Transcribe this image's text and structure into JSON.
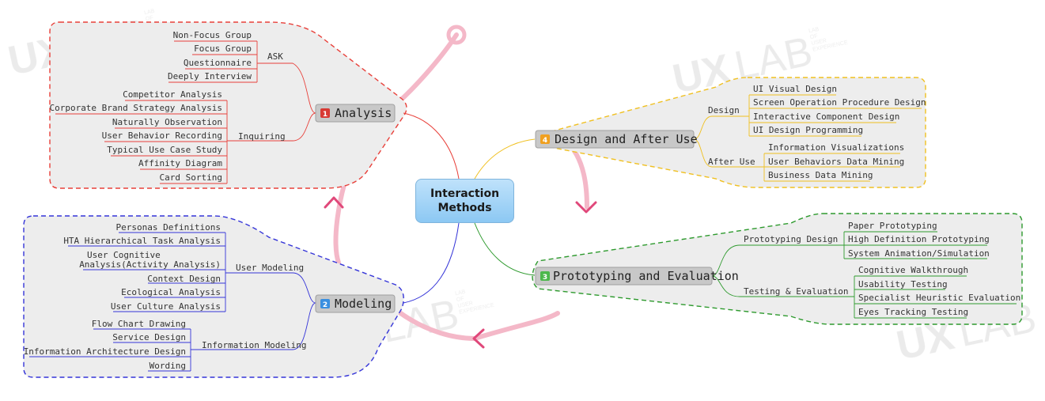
{
  "center": {
    "title": "Interaction Methods"
  },
  "watermark": {
    "brand_a": "UX",
    "brand_b": "LAB",
    "line1": "LAB",
    "line2": "OF",
    "line3": "USER",
    "line4": "EXPERIENCE"
  },
  "colors": {
    "analysis": "#e8403a",
    "modeling": "#3535d8",
    "prototyping": "#2e9a2e",
    "design": "#f0c020",
    "cycle": "#f4b8c8",
    "center": "#9fd4f8"
  },
  "branches": {
    "analysis": {
      "number": "1",
      "label": "Analysis",
      "ask": {
        "label": "ASK",
        "items": [
          "Non-Focus Group",
          "Focus Group",
          "Questionnaire",
          "Deeply Interview"
        ]
      },
      "inquiring": {
        "label": "Inquiring",
        "items": [
          "Competitor Analysis",
          "Corporate Brand Strategy Analysis",
          "Naturally Observation",
          "User Behavior Recording",
          "Typical Use Case Study",
          "Affinity Diagram",
          "Card Sorting"
        ]
      }
    },
    "modeling": {
      "number": "2",
      "label": "Modeling",
      "user_modeling": {
        "label": "User Modeling",
        "items": [
          "Personas Definitions",
          "HTA Hierarchical Task Analysis",
          "User Cognitive",
          "Analysis(Activity Analysis)",
          "Context Design",
          "Ecological Analysis",
          "User Culture Analysis"
        ]
      },
      "info_modeling": {
        "label": "Information Modeling",
        "items": [
          "Flow Chart Drawing",
          "Service Design",
          "Information Architecture Design",
          "Wording"
        ]
      }
    },
    "prototyping": {
      "number": "3",
      "label": "Prototyping and Evaluation",
      "proto_design": {
        "label": "Prototyping Design",
        "items": [
          "Paper Prototyping",
          "High Definition Prototyping",
          "System Animation/Simulation"
        ]
      },
      "testing": {
        "label": "Testing & Evaluation",
        "items": [
          "Cognitive Walkthrough",
          "Usability Testing",
          "Specialist Heuristic Evaluation",
          "Eyes Tracking Testing"
        ]
      }
    },
    "design": {
      "number": "4",
      "label": "Design and After Use",
      "design_sub": {
        "label": "Design",
        "items": [
          "UI Visual Design",
          "Screen Operation Procedure Design",
          "Interactive Component Design",
          "UI Design Programming"
        ]
      },
      "after_use": {
        "label": "After Use",
        "items": [
          "Information Visualizations",
          "User Behaviors Data Mining",
          "Business Data Mining"
        ]
      }
    }
  }
}
